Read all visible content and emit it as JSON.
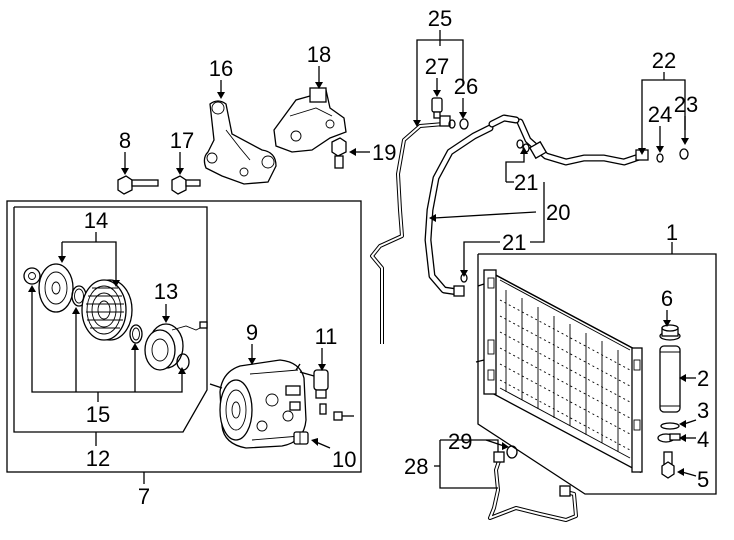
{
  "callouts": {
    "c1": "1",
    "c2": "2",
    "c3": "3",
    "c4": "4",
    "c5": "5",
    "c6": "6",
    "c7": "7",
    "c8": "8",
    "c9": "9",
    "c10": "10",
    "c11": "11",
    "c12": "12",
    "c13": "13",
    "c14": "14",
    "c15": "15",
    "c16": "16",
    "c17": "17",
    "c18": "18",
    "c19": "19",
    "c20": "20",
    "c21a": "21",
    "c21b": "21",
    "c22": "22",
    "c23": "23",
    "c24": "24",
    "c25": "25",
    "c26": "26",
    "c27": "27",
    "c28": "28",
    "c29": "29"
  },
  "icons": {
    "compressor": "compressor-icon",
    "clutch": "clutch-pulley-icon",
    "condenser": "condenser-icon",
    "drier": "receiver-drier-icon",
    "bracket": "bracket-icon",
    "hose": "refrigerant-hose-icon",
    "bolt": "bolt-icon",
    "oring": "o-ring-icon"
  },
  "colors": {
    "line": "#000000",
    "background": "#ffffff",
    "shade": "#e9e9e9"
  }
}
